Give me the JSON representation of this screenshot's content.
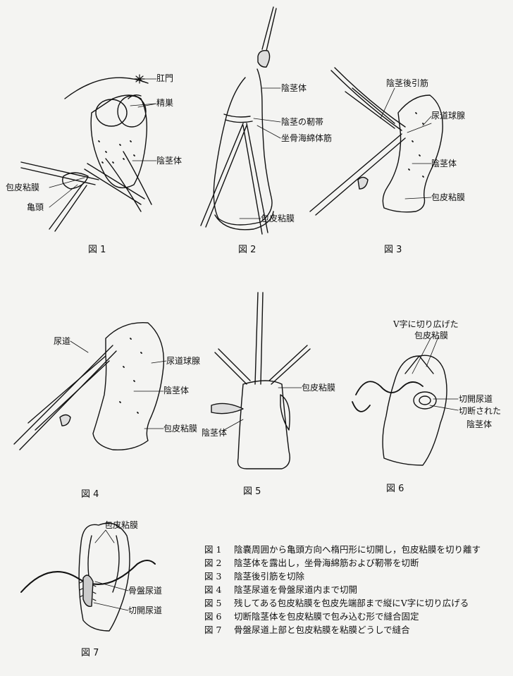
{
  "figures": [
    {
      "id": "1",
      "caption": "図 1",
      "labels": [
        "肛門",
        "精巣",
        "陰茎体",
        "包皮粘膜",
        "亀頭"
      ]
    },
    {
      "id": "2",
      "caption": "図 2",
      "labels": [
        "陰茎体",
        "陰茎の靭帯",
        "坐骨海綿体筋",
        "包皮粘膜"
      ]
    },
    {
      "id": "3",
      "caption": "図 3",
      "labels": [
        "陰茎後引筋",
        "尿道球腺",
        "陰茎体",
        "包皮粘膜"
      ]
    },
    {
      "id": "4",
      "caption": "図 4",
      "labels": [
        "尿道",
        "尿道球腺",
        "陰茎体",
        "包皮粘膜"
      ]
    },
    {
      "id": "5",
      "caption": "図 5",
      "labels": [
        "包皮粘膜",
        "陰茎体"
      ]
    },
    {
      "id": "6",
      "caption": "図 6",
      "labels": [
        "V字に切り広げた",
        "包皮粘膜",
        "切開尿道",
        "切断された",
        "陰茎体"
      ]
    },
    {
      "id": "7",
      "caption": "図 7",
      "labels": [
        "包皮粘膜",
        "骨盤尿道",
        "切開尿道"
      ]
    }
  ],
  "legend": [
    {
      "num": "図 1",
      "text": "陰嚢周囲から亀頭方向へ楕円形に切開し，包皮粘膜を切り離す"
    },
    {
      "num": "図 2",
      "text": "陰茎体を露出し，坐骨海綿筋および靭帯を切断"
    },
    {
      "num": "図 3",
      "text": "陰茎後引筋を切除"
    },
    {
      "num": "図 4",
      "text": "陰茎尿道を骨盤尿道内まで切開"
    },
    {
      "num": "図 5",
      "text": "残してある包皮粘膜を包皮先端部まで縦にV字に切り広げる"
    },
    {
      "num": "図 6",
      "text": "切断陰茎体を包皮粘膜で包み込む形で縫合固定"
    },
    {
      "num": "図 7",
      "text": "骨盤尿道上部と包皮粘膜を粘膜どうしで縫合"
    }
  ]
}
